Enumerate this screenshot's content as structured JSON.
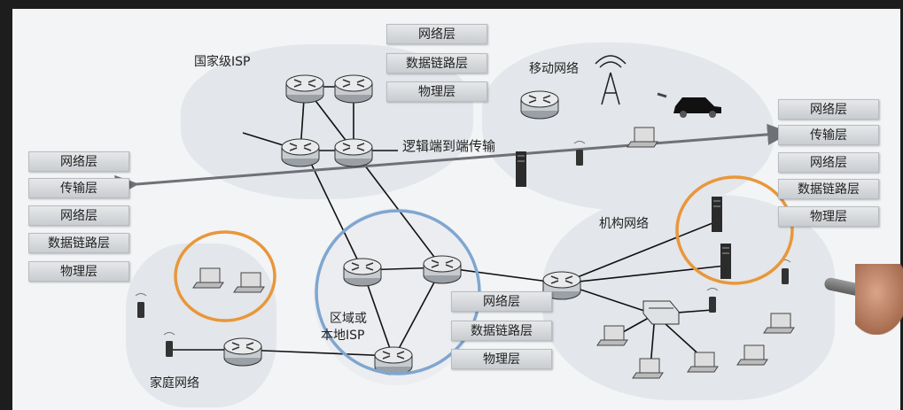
{
  "labels": {
    "national_isp": "国家级ISP",
    "mobile_network": "移动网络",
    "end_to_end": "逻辑端到端传输",
    "institution_network": "机构网络",
    "regional_isp_line1": "区域或",
    "regional_isp_line2": "本地ISP",
    "home_network": "家庭网络"
  },
  "stacks": {
    "router_top": [
      "网络层",
      "数据链路层",
      "物理层"
    ],
    "left_host": [
      "网络层",
      "传输层",
      "网络层",
      "数据链路层",
      "物理层"
    ],
    "right_host": [
      "网络层",
      "传输层",
      "网络层",
      "数据链路层",
      "物理层"
    ],
    "regional_router": [
      "网络层",
      "数据链路层",
      "物理层"
    ]
  },
  "colors": {
    "highlight_orange": "#e8973a",
    "highlight_blue": "#7fa6cf",
    "arrow": "#6e7175",
    "link": "#111111",
    "router": "#e8eaec"
  },
  "icons": [
    "router-icon",
    "server-icon",
    "laptop-icon",
    "phone-icon",
    "cell-tower-icon",
    "car-icon",
    "switch-icon",
    "wireless-ap-icon"
  ]
}
